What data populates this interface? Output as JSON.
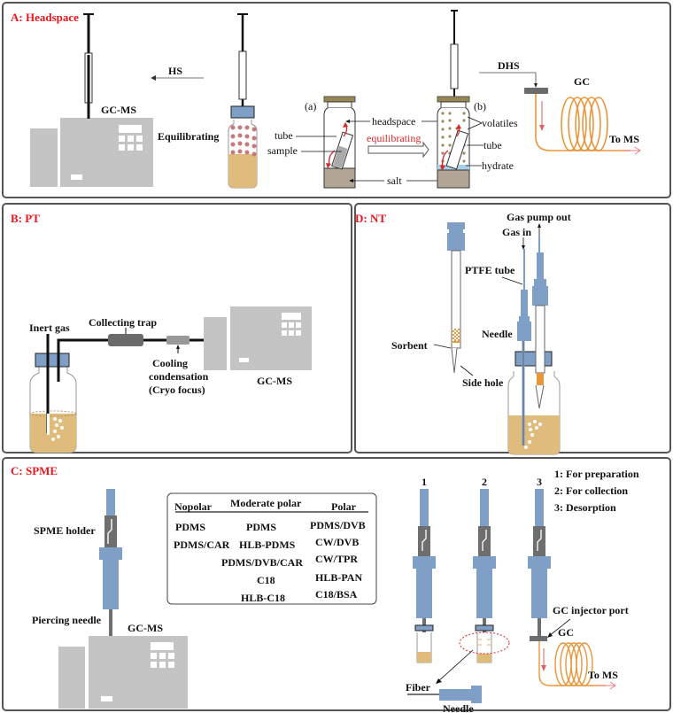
{
  "panels": {
    "a": {
      "title": "A: Headspace",
      "labels": {
        "hs": "HS",
        "gcms": "GC-MS",
        "equilibrating": "Equilibrating",
        "vial_a": "(a)",
        "vial_b": "(b)",
        "headspace": "headspace",
        "tube_left": "tube",
        "sample": "sample",
        "equilibrating_arrow": "equilibrating",
        "salt": "salt",
        "volatiles": "volatiles",
        "tube_right": "tube",
        "hydrate": "hydrate",
        "dhs": "DHS",
        "gc": "GC",
        "to_ms": "To MS"
      }
    },
    "b": {
      "title": "B: PT",
      "labels": {
        "inert_gas": "Inert gas",
        "collecting_trap": "Collecting trap",
        "cooling_1": "Cooling",
        "cooling_2": "condensation",
        "cooling_3": "(Cryo focus)",
        "gcms": "GC-MS"
      }
    },
    "d": {
      "title": "D: NT",
      "labels": {
        "gas_pump_out": "Gas pump out",
        "gas_in": "Gas in",
        "ptfe_tube": "PTFE tube",
        "needle": "Needle",
        "sorbent": "Sorbent",
        "side_hole": "Side hole"
      }
    },
    "c": {
      "title": "C: SPME",
      "labels": {
        "spme_holder": "SPME holder",
        "piercing_needle": "Piercing needle",
        "gcms": "GC-MS",
        "step1": "1",
        "step2": "2",
        "step3": "3",
        "legend1": "1: For preparation",
        "legend2": "2: For collection",
        "legend3": "3: Desorption",
        "gc_injector_port": "GC injector port",
        "gc": "GC",
        "to_ms": "To MS",
        "fiber": "Fiber",
        "needle": "Needle"
      },
      "fiber_table": {
        "headers": [
          "Nopolar",
          "Moderate polar",
          "Polar"
        ],
        "nopolar": [
          "PDMS",
          "PDMS/CAR"
        ],
        "moderate": [
          "PDMS",
          "HLB-PDMS",
          "PDMS/DVB/CAR",
          "C18",
          "HLB-C18"
        ],
        "polar": [
          "PDMS/DVB",
          "CW/DVB",
          "CW/TPR",
          "HLB-PAN",
          "C18/BSA"
        ]
      }
    }
  },
  "colors": {
    "title_red": "#e8161e",
    "instrument_gray": "#c4c4c4",
    "cap_blue": "#7f9fc6",
    "liquid_tan": "#dfbb7c",
    "coil_orange": "#e8963a",
    "arrow_red": "#d9262b"
  }
}
